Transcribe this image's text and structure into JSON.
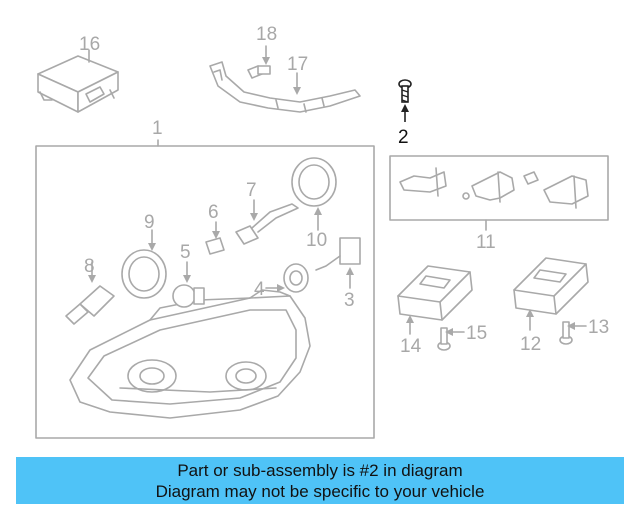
{
  "callouts": {
    "n1": "1",
    "n2": "2",
    "n3": "3",
    "n4": "4",
    "n5": "5",
    "n6": "6",
    "n7": "7",
    "n8": "8",
    "n9": "9",
    "n10": "10",
    "n11": "11",
    "n12": "12",
    "n13": "13",
    "n14": "14",
    "n15": "15",
    "n16": "16",
    "n17": "17",
    "n18": "18"
  },
  "highlighted_part": "2",
  "colors": {
    "banner": "#4fc3f7",
    "line": "#a9a9a9",
    "highlight": "#222222"
  },
  "banner": {
    "line1": "Part or sub-assembly is #2 in diagram",
    "line2": "Diagram may not be specific to your vehicle"
  }
}
